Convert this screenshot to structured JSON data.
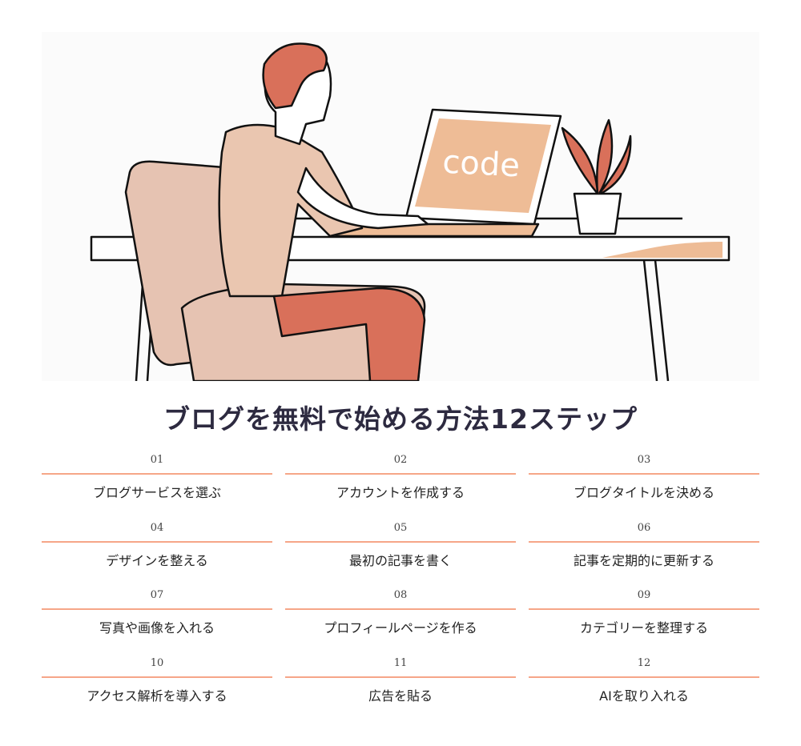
{
  "illustration": {
    "screen_text": "code"
  },
  "title": "ブログを無料で始める方法12ステップ",
  "colors": {
    "accent": "#f6a688",
    "title": "#2d2a40",
    "terracotta": "#d9705a",
    "peach": "#eebc96"
  },
  "steps": [
    {
      "number": "01",
      "label": "ブログサービスを選ぶ"
    },
    {
      "number": "02",
      "label": "アカウントを作成する"
    },
    {
      "number": "03",
      "label": "ブログタイトルを決める"
    },
    {
      "number": "04",
      "label": "デザインを整える"
    },
    {
      "number": "05",
      "label": "最初の記事を書く"
    },
    {
      "number": "06",
      "label": "記事を定期的に更新する"
    },
    {
      "number": "07",
      "label": "写真や画像を入れる"
    },
    {
      "number": "08",
      "label": "プロフィールページを作る"
    },
    {
      "number": "09",
      "label": "カテゴリーを整理する"
    },
    {
      "number": "10",
      "label": "アクセス解析を導入する"
    },
    {
      "number": "11",
      "label": "広告を貼る"
    },
    {
      "number": "12",
      "label": "AIを取り入れる"
    }
  ]
}
